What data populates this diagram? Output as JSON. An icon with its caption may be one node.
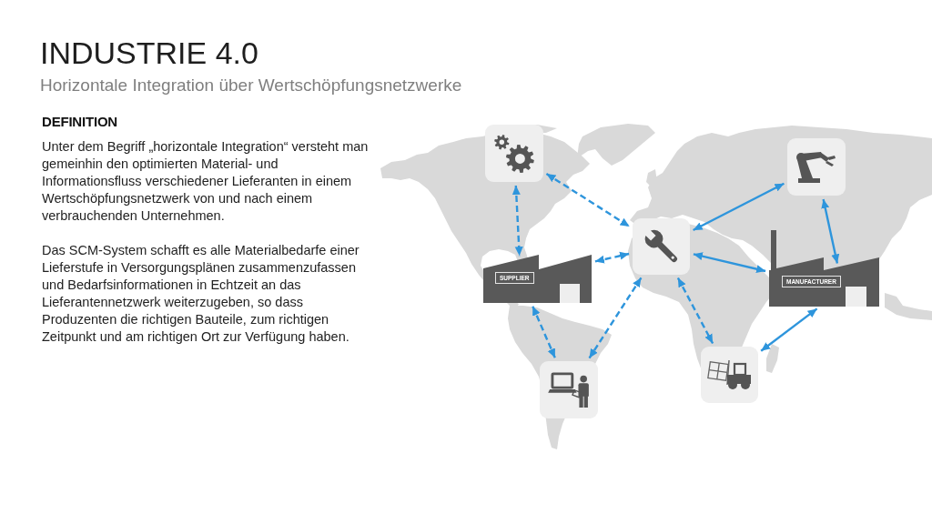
{
  "diagram": {
    "title": "INDUSTRIE 4.0",
    "nodes": [
      {
        "text": [],
        "shape": "picture"
      },
      {
        "text": [],
        "shape": "picture"
      },
      {
        "text": [
          "SUPPLIER"
        ]
      },
      {
        "text": [],
        "shape": "picture"
      },
      {
        "text": [
          "MANUFACTURER"
        ]
      },
      {
        "text": [],
        "shape": "picture"
      },
      {
        "text": [],
        "shape": "picture"
      }
    ],
    "edges": [
      {
        "from": 0,
        "to": 3,
        "arrow": "both",
        "style": "dashed"
      },
      {
        "from": 0,
        "to": 2,
        "arrow": "both",
        "style": "dashed"
      },
      {
        "from": 2,
        "to": 3,
        "arrow": "both",
        "style": "dashed"
      },
      {
        "from": 3,
        "to": 1,
        "arrow": "both"
      },
      {
        "from": 1,
        "to": 4,
        "arrow": "both"
      },
      {
        "from": 3,
        "to": 4,
        "arrow": "both"
      },
      {
        "from": 2,
        "to": 5,
        "arrow": "both",
        "style": "dashed"
      },
      {
        "from": 3,
        "to": 5,
        "arrow": "both",
        "style": "dashed"
      },
      {
        "from": 3,
        "to": 6,
        "arrow": "both",
        "style": "dashed"
      },
      {
        "from": 4,
        "to": 6,
        "arrow": "both"
      }
    ],
    "labels": [
      "Horizontale Integration über Wertschöpfungsnetzwerke",
      "DEFINITION",
      "Unter dem Begriff „horizontale Integration“ versteht man gemeinhin den optimierten Material- und Informationsfluss verschiedener Lieferanten in einem Wertschöpfungsnetzwerk von und nach einem verbrauchenden Unternehmen.",
      "Das SCM-System schafft es alle Materialbedarfe einer Lieferstufe in Versorgungsplänen zusammenzufassen und Bedarfsinformationen in Echtzeit an das Lieferantennetzwerk weiterzugeben, so dass Produzenten die richtigen Bauteile, zum richtigen Zeitpunkt und am richtigen Ort zur Verfügung haben."
    ]
  }
}
